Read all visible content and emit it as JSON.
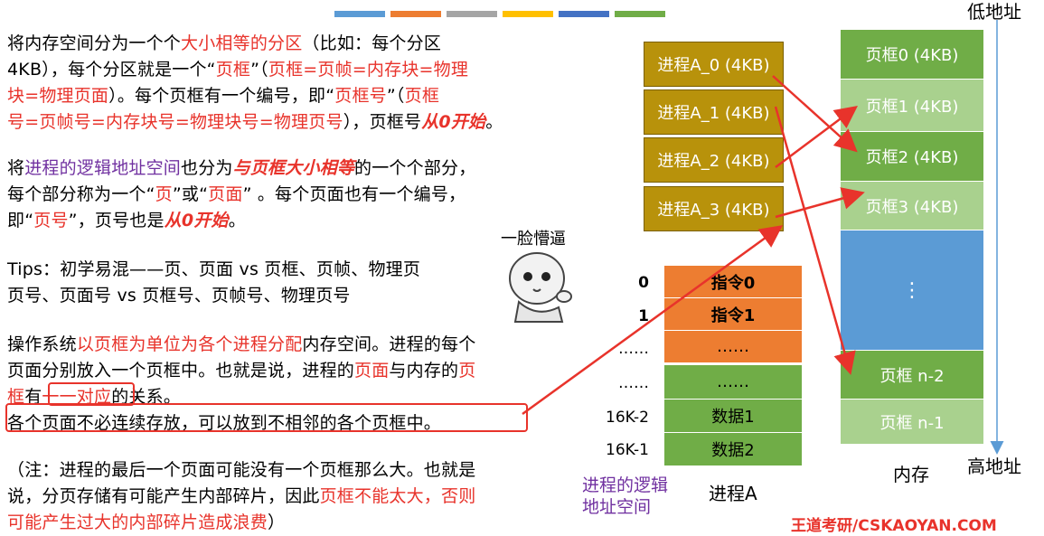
{
  "top_bar_colors": [
    "#5b9bd5",
    "#ed7d31",
    "#a5a5a5",
    "#ffc000",
    "#4472c4",
    "#70ad47"
  ],
  "paragraph1": {
    "s1": "将内存空间分为一个个",
    "s2": "大小相等的分区",
    "s3": "（比如：每个分区",
    "s4": "4KB），每个分区就是一个“",
    "s5": "页框",
    "s6": "”（",
    "s7": "页框=页帧=内存块=物理",
    "s8": "块=物理页面",
    "s9": "）。每个页框有一个编号，即“",
    "s10": "页框号",
    "s11": "”（",
    "s12": "页框",
    "s13": "号=页帧号=内存块号=物理块号=物理页号",
    "s14": "），页框号",
    "s15": "从0开始",
    "s16": "。"
  },
  "paragraph2": {
    "s1": "将",
    "s2": "进程的逻辑地址空间",
    "s3": "也分为",
    "s4": "与页框大小相等",
    "s5": "的一个个部分，",
    "s6": "每个部分称为一个“",
    "s7": "页",
    "s8": "”或“",
    "s9": "页面",
    "s10": "” 。每个页面也有一个编号，",
    "s11": "即“",
    "s12": "页号",
    "s13": "”，页号也是",
    "s14": "从0开始",
    "s15": "。"
  },
  "tips": {
    "line1": "Tips：初学易混——页、页面 vs 页框、页帧、物理页",
    "line2": "页号、页面号 vs 页框号、页帧号、物理页号"
  },
  "meme_caption": "一脸懵逼",
  "paragraph3": {
    "s1": "操作系统",
    "s2": "以页框为单位为各个进程分配",
    "s3": "内存空间。进程的每个",
    "s4": "页面分别放入一个页框中。也就是说，进程的",
    "s5": "页面",
    "s6": "与内存的",
    "s7": "页",
    "s8": "框",
    "s9": "有",
    "s10": "一一对应",
    "s11": "的关系。",
    "s12": "各个页面不必连续存放，可以放到不相邻的各个页框中。"
  },
  "paragraph4": {
    "s1": "（注：进程的最后一个页面可能没有一个页框那么大。也就是",
    "s2": "说，分页存储有可能产生内部碎片，因此",
    "s3": "页框不能太大，否则",
    "s4": "可能产生过大的内部碎片造成浪费",
    "s5": "）"
  },
  "process_pages": [
    "进程A_0 (4KB)",
    "进程A_1 (4KB)",
    "进程A_2 (4KB)",
    "进程A_3 (4KB)"
  ],
  "memory_frames": [
    {
      "label": "页框0 (4KB)",
      "style": "dark"
    },
    {
      "label": "页框1 (4KB)",
      "style": "light"
    },
    {
      "label": "页框2 (4KB)",
      "style": "dark"
    },
    {
      "label": "页框3 (4KB)",
      "style": "light"
    },
    {
      "label": "⋮",
      "style": "blue"
    },
    {
      "label": "页框 n-2",
      "style": "dark"
    },
    {
      "label": "页框 n-1",
      "style": "light"
    }
  ],
  "address_space": {
    "rows": [
      {
        "addr": "0",
        "content": "指令0",
        "style": "orange"
      },
      {
        "addr": "1",
        "content": "指令1",
        "style": "orange"
      },
      {
        "addr": "……",
        "content": "……",
        "style": "orange"
      },
      {
        "addr": "……",
        "content": "……",
        "style": "dark"
      },
      {
        "addr": "16K-2",
        "content": "数据1",
        "style": "dark"
      },
      {
        "addr": "16K-1",
        "content": "数据2",
        "style": "dark"
      }
    ],
    "caption_left": "进程的逻辑\n地址空间",
    "caption_right": "进程A"
  },
  "memory_caption": "内存",
  "low_addr": "低地址",
  "high_addr": "高地址",
  "footer_watermark": "王道考研/CSKAOYAN.COM"
}
